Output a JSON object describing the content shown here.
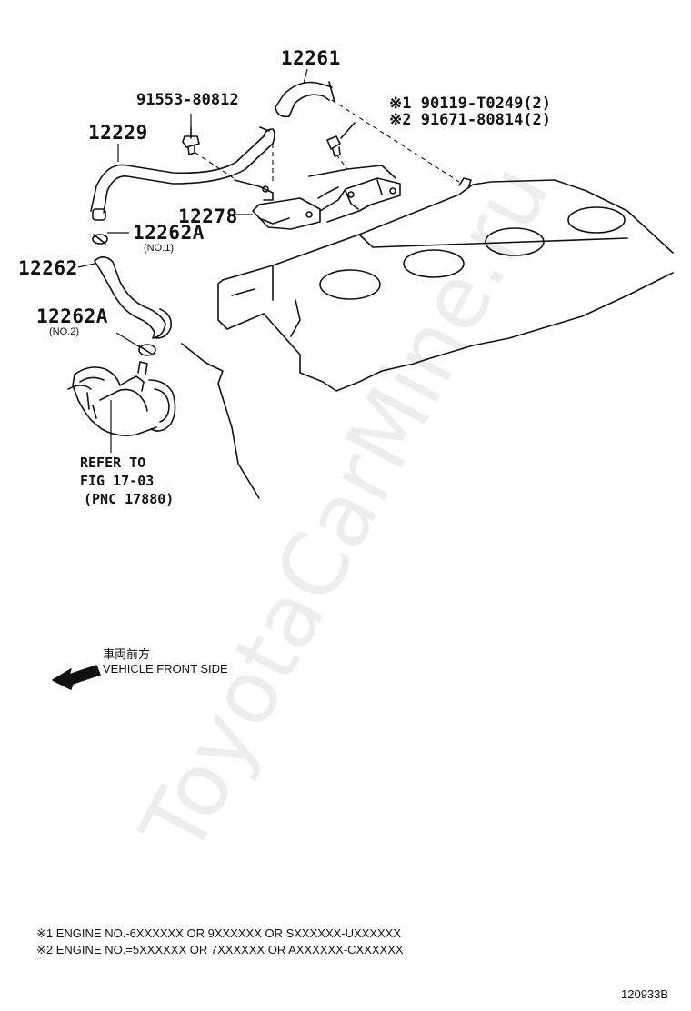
{
  "labels": {
    "p12261": "12261",
    "p91553": "91553-80812",
    "p90119": "※1 90119-T0249(2)",
    "p91671": "※2 91671-80814(2)",
    "p12229": "12229",
    "p12278": "12278",
    "p12262A_1": "12262A",
    "p12262A_1_sub": "(NO.1)",
    "p12262": "12262",
    "p12262A_2": "12262A",
    "p12262A_2_sub": "(NO.2)",
    "refer_1": "REFER TO",
    "refer_2": "FIG 17-03",
    "refer_3": "(PNC 17880)"
  },
  "direction": {
    "jp": "車両前方",
    "en": "VEHICLE FRONT SIDE"
  },
  "notes": [
    "※1 ENGINE NO.-6XXXXXX OR 9XXXXXX OR SXXXXXX-UXXXXXX",
    "※2 ENGINE NO.=5XXXXXX OR 7XXXXXX OR AXXXXXX-CXXXXXX"
  ],
  "figure_code": "120933B",
  "watermark": "ToyotaCarMine.ru"
}
